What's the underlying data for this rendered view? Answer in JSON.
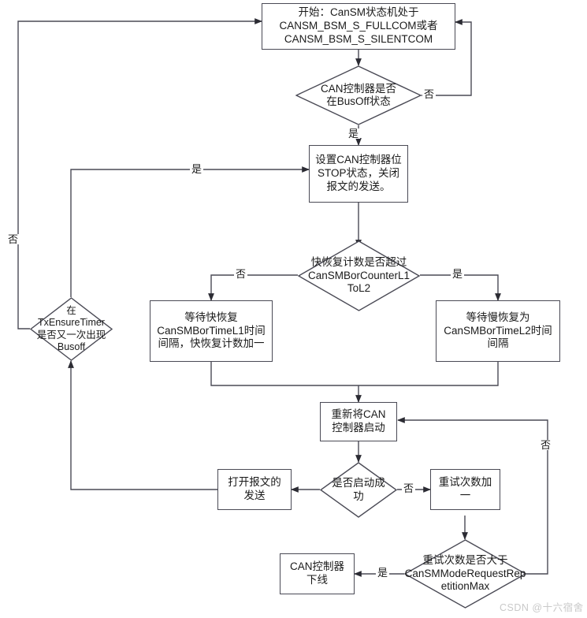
{
  "diagram": {
    "title": "CanSM BusOff Recovery Flowchart",
    "line_color": "#4a4a55",
    "text_color": "#1a1a1a",
    "background": "#ffffff",
    "nodes": {
      "start": {
        "type": "process",
        "text": "开始：CanSM状态机处于\nCANSM_BSM_S_FULLCOM或者\nCANSM_BSM_S_SILENTCOM"
      },
      "busoff_check": {
        "type": "decision",
        "text": "CAN控制器是否\n在BusOff状态"
      },
      "stop_controller": {
        "type": "process",
        "text": "设置CAN控制器位\nSTOP状态，关闭\n报文的发送。"
      },
      "fast_count_check": {
        "type": "decision",
        "text": "快恢复计数是否超过\nCanSMBorCounterL1\nToL2"
      },
      "wait_fast": {
        "type": "process",
        "text": "等待快恢复\nCanSMBorTimeL1时间\n间隔，快恢复计数加一"
      },
      "wait_slow": {
        "type": "process",
        "text": "等待慢恢复为\nCanSMBorTimeL2时间\n间隔"
      },
      "tx_ensure_check": {
        "type": "decision",
        "text": "在\nTxEnsureTimer\n是否又一次出现\nBusoff"
      },
      "restart_controller": {
        "type": "process",
        "text": "重新将CAN\n控制器启动"
      },
      "start_success_check": {
        "type": "decision",
        "text": "是否启动成\n功"
      },
      "open_tx": {
        "type": "process",
        "text": "打开报文的\n发送"
      },
      "retry_inc": {
        "type": "process",
        "text": "重试次数加\n一"
      },
      "retry_max_check": {
        "type": "decision",
        "text": "重试次数是否大于\nCanSMModeRequestRep\netitionMax"
      },
      "controller_offline": {
        "type": "process",
        "text": "CAN控制器\n下线"
      }
    },
    "edge_labels": {
      "busoff_no": "否",
      "busoff_yes": "是",
      "fast_count_no": "否",
      "fast_count_yes": "是",
      "tx_ensure_yes": "是",
      "tx_ensure_no": "否",
      "start_success_no": "否",
      "retry_max_yes": "是",
      "retry_max_no": "否"
    },
    "watermark": "CSDN @十六宿舍"
  }
}
